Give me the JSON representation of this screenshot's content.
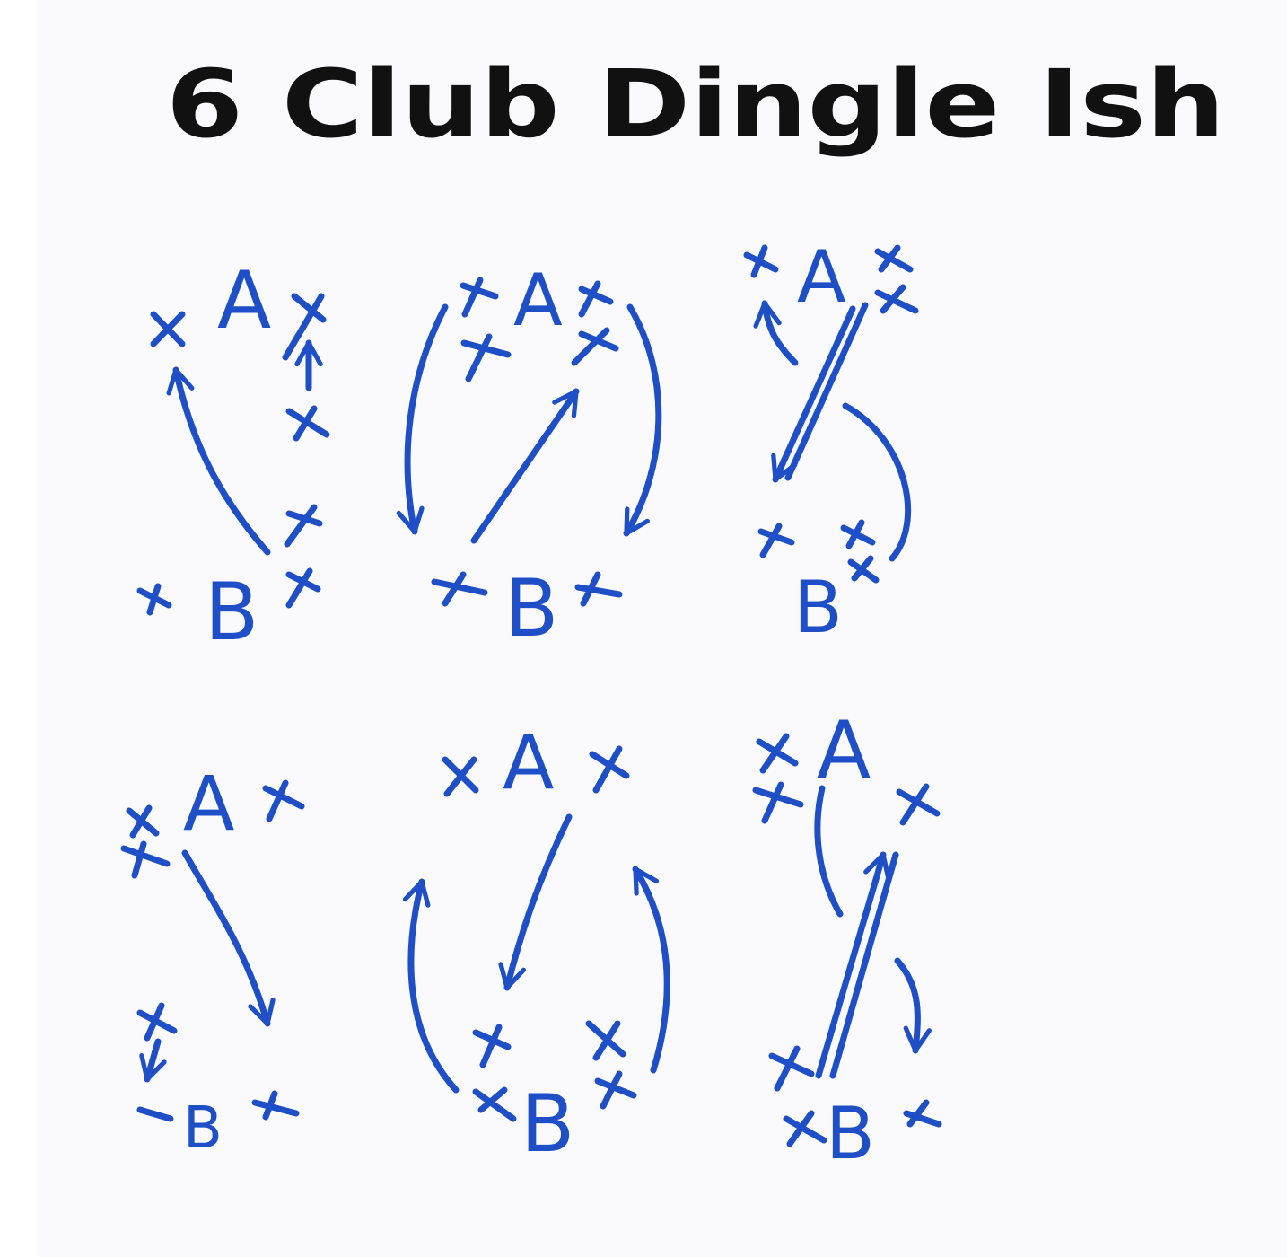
{
  "title": "6 Club Dingle Ish",
  "ink_color": "#1f4fc6",
  "title_color": "#111111",
  "paper_color": "#fafafc",
  "diagrams": [
    {
      "id": "d1",
      "top_label": "A",
      "bottom_label": "B"
    },
    {
      "id": "d2",
      "top_label": "A",
      "bottom_label": "B"
    },
    {
      "id": "d3",
      "top_label": "A",
      "bottom_label": "B"
    },
    {
      "id": "d4",
      "top_label": "A",
      "bottom_label": "B"
    },
    {
      "id": "d5",
      "top_label": "A",
      "bottom_label": "B"
    },
    {
      "id": "d6",
      "top_label": "A",
      "bottom_label": "B"
    }
  ]
}
